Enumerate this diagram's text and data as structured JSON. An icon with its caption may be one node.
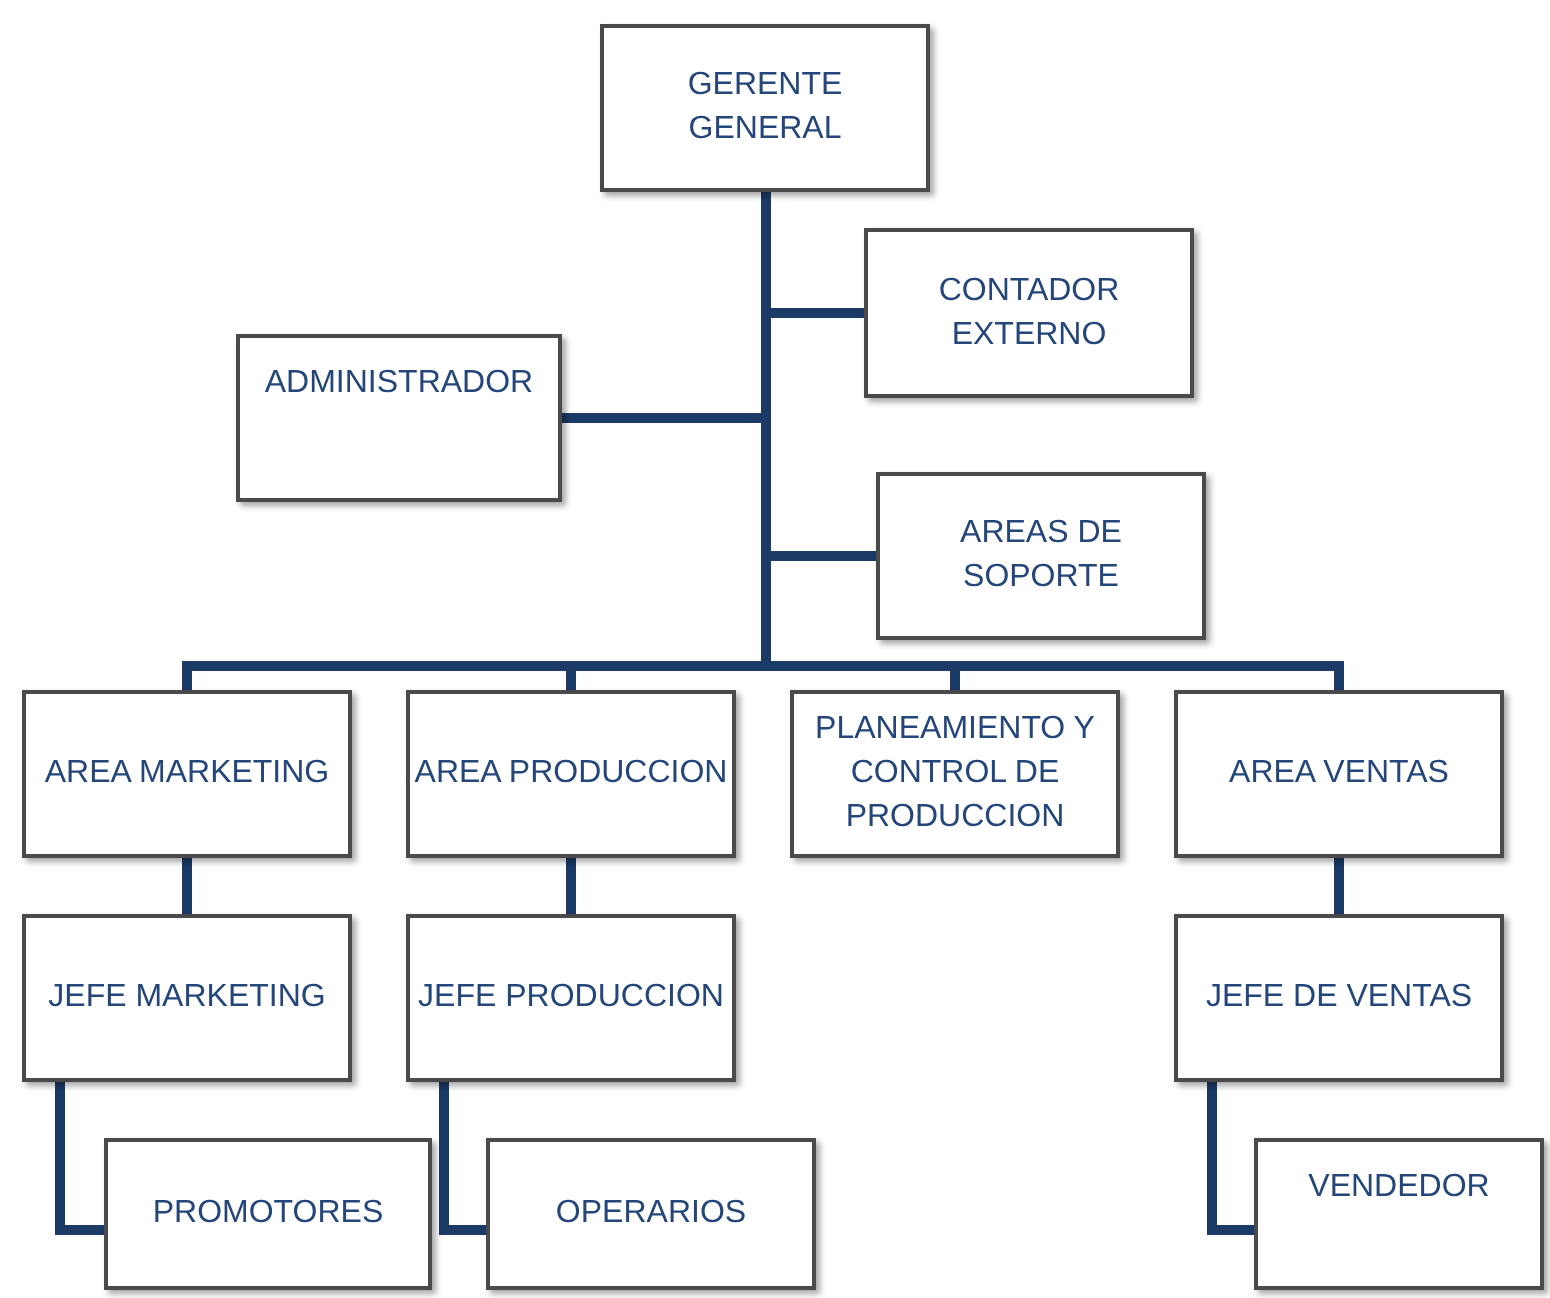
{
  "diagram": {
    "nodes": [
      {
        "text": [
          "GERENTE GENERAL"
        ]
      },
      {
        "text": [
          "CONTADOR EXTERNO"
        ]
      },
      {
        "text": [
          "ADMINISTRADOR"
        ]
      },
      {
        "text": [
          "AREAS DE SOPORTE"
        ]
      },
      {
        "text": [
          "AREA MARKETING"
        ]
      },
      {
        "text": [
          "AREA PRODUCCION"
        ]
      },
      {
        "text": [
          "PLANEAMIENTO Y CONTROL DE PRODUCCION"
        ]
      },
      {
        "text": [
          "AREA VENTAS"
        ]
      },
      {
        "text": [
          "JEFE MARKETING"
        ]
      },
      {
        "text": [
          "JEFE PRODUCCION"
        ]
      },
      {
        "text": [
          "JEFE DE VENTAS"
        ]
      },
      {
        "text": [
          "PROMOTORES"
        ]
      },
      {
        "text": [
          "OPERARIOS"
        ]
      },
      {
        "text": [
          "VENDEDOR"
        ]
      }
    ],
    "edges": [
      {
        "from": 0,
        "to": 1,
        "arrow": "none"
      },
      {
        "from": 0,
        "to": 2,
        "arrow": "none"
      },
      {
        "from": 0,
        "to": 3,
        "arrow": "none"
      },
      {
        "from": 0,
        "to": 4,
        "arrow": "none"
      },
      {
        "from": 0,
        "to": 5,
        "arrow": "none"
      },
      {
        "from": 0,
        "to": 6,
        "arrow": "none"
      },
      {
        "from": 0,
        "to": 7,
        "arrow": "none"
      },
      {
        "from": 4,
        "to": 8,
        "arrow": "none"
      },
      {
        "from": 5,
        "to": 9,
        "arrow": "none"
      },
      {
        "from": 7,
        "to": 10,
        "arrow": "none"
      },
      {
        "from": 8,
        "to": 11,
        "arrow": "none"
      },
      {
        "from": 9,
        "to": 12,
        "arrow": "none"
      },
      {
        "from": 10,
        "to": 13,
        "arrow": "none"
      }
    ]
  }
}
